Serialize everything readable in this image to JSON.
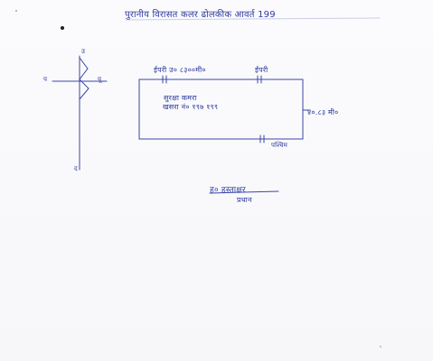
{
  "document": {
    "header": "पुरानीय विरासत कलर ढोलकीक आवर्त 199",
    "compass": {
      "north": "उ",
      "south": "द",
      "east": "पू",
      "west": "प"
    },
    "plot": {
      "top_left_label": "ईपरी उ० ८३००मी०",
      "top_right_label": "ईपरी",
      "inner_label_line1": "सुरक्षा कमरा",
      "inner_label_line2": "खसरा नं० १९७ १९९",
      "right_label": "४०.८३ मी०",
      "bottom_label": "पश्चिम"
    },
    "signature": "ह० हस्ताक्षर",
    "designation": "प्रधान",
    "colors": {
      "ink": "#2f3a9e",
      "paper": "#f8f8fb"
    }
  }
}
